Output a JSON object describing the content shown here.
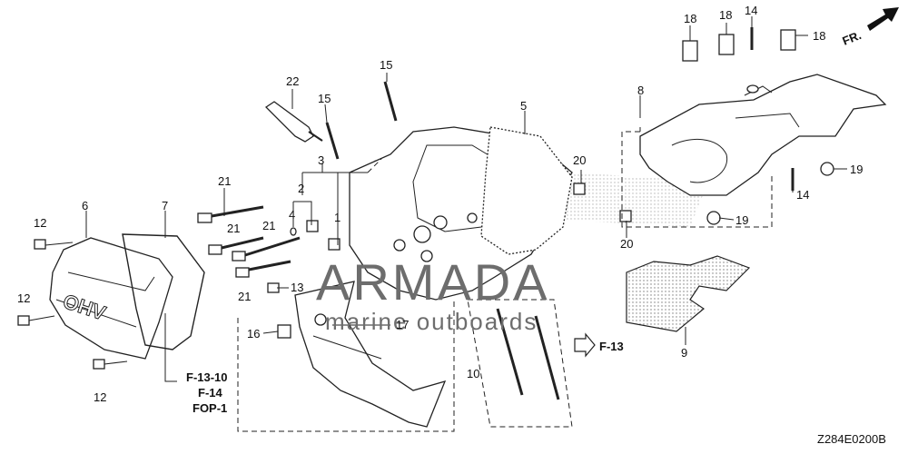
{
  "diagram_code": "Z284E0200B",
  "front_marker": "FR.",
  "references": {
    "f13": "F-13",
    "f1310": "F-13-10",
    "f14": "F-14",
    "fop1": "FOP-1"
  },
  "watermark": {
    "brand": "ARMADA",
    "tagline": "marine outboards"
  },
  "callouts": {
    "c1": "1",
    "c2": "2",
    "c3": "3",
    "c4": "4",
    "c5": "5",
    "c6": "6",
    "c7": "7",
    "c8": "8",
    "c9": "9",
    "c10": "10",
    "c12a": "12",
    "c12b": "12",
    "c12c": "12",
    "c13": "13",
    "c14a": "14",
    "c14b": "14",
    "c15a": "15",
    "c15b": "15",
    "c16": "16",
    "c17": "17",
    "c18a": "18",
    "c18b": "18",
    "c18c": "18",
    "c19a": "19",
    "c19b": "19",
    "c20a": "20",
    "c20b": "20",
    "c21a": "21",
    "c21b": "21",
    "c21c": "21",
    "c21d": "21",
    "c22": "22",
    "valve_label": "OHV"
  }
}
